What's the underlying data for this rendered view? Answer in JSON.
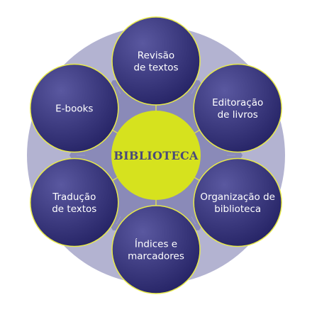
{
  "center": {
    "label": "BIBLIOTECA"
  },
  "nodes": [
    {
      "id": "revisao",
      "lines": [
        "Revisão",
        "de textos"
      ]
    },
    {
      "id": "editoracao",
      "lines": [
        "Editoração",
        "de livros"
      ]
    },
    {
      "id": "organizacao",
      "lines": [
        "Organização de",
        "biblioteca"
      ]
    },
    {
      "id": "indices",
      "lines": [
        "Índices e",
        "marcadores"
      ]
    },
    {
      "id": "traducao",
      "lines": [
        "Tradução",
        "de textos"
      ]
    },
    {
      "id": "ebooks",
      "lines": [
        "E-books"
      ]
    }
  ],
  "colors": {
    "outer_ring": "#b3b3d1",
    "hexagon": "#8a8ab8",
    "hexagon_inner": "#9b9bc4",
    "node_fill_light": "#5a58a0",
    "node_fill_dark": "#262466",
    "node_stroke": "#e8ea4a",
    "center_fill": "#d6e21e",
    "center_text": "#4a4a7a",
    "node_text": "#ffffff",
    "connector": "#d9db55"
  }
}
